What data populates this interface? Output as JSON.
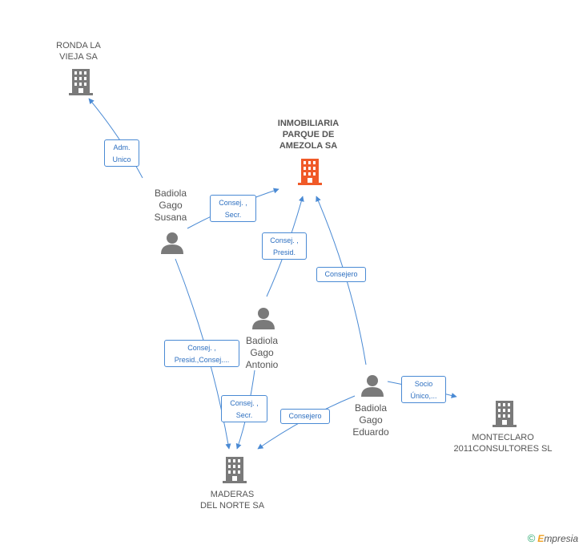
{
  "colors": {
    "main_company": "#f05a28",
    "company": "#7a7a7a",
    "person": "#7a7a7a",
    "edge": "#4a8ad4",
    "edge_text": "#2d6fc0",
    "label": "#555555"
  },
  "nodes": {
    "ronda": {
      "label": "RONDA LA\nVIEJA SA",
      "icon": "building-icon"
    },
    "inmobiliaria": {
      "label": "INMOBILIARIA\nPARQUE DE\nAMEZOLA SA",
      "icon": "building-icon"
    },
    "susana": {
      "label": "Badiola\nGago\nSusana",
      "icon": "person-icon"
    },
    "antonio": {
      "label": "Badiola\nGago\nAntonio",
      "icon": "person-icon"
    },
    "eduardo": {
      "label": "Badiola\nGago\nEduardo",
      "icon": "person-icon"
    },
    "maderas": {
      "label": "MADERAS\nDEL NORTE SA",
      "icon": "building-icon"
    },
    "monteclaro": {
      "label": "MONTECLARO\n2011CONSULTORES SL",
      "icon": "building-icon"
    }
  },
  "edges": {
    "susana_ronda": "Adm.\nUnico",
    "susana_inmob": "Consej. ,\nSecr.",
    "antonio_inmob": "Consej. ,\nPresid.",
    "eduardo_inmob": "Consejero",
    "susana_maderas": "Consej. ,\nPresid.,Consej....",
    "antonio_maderas": "Consej. ,\nSecr.",
    "eduardo_maderas": "Consejero",
    "eduardo_monteclaro": "Socio\nÚnico,..."
  },
  "footer": {
    "copyright_symbol": "©",
    "brand_initial": "E",
    "brand_rest": "mpresia"
  }
}
